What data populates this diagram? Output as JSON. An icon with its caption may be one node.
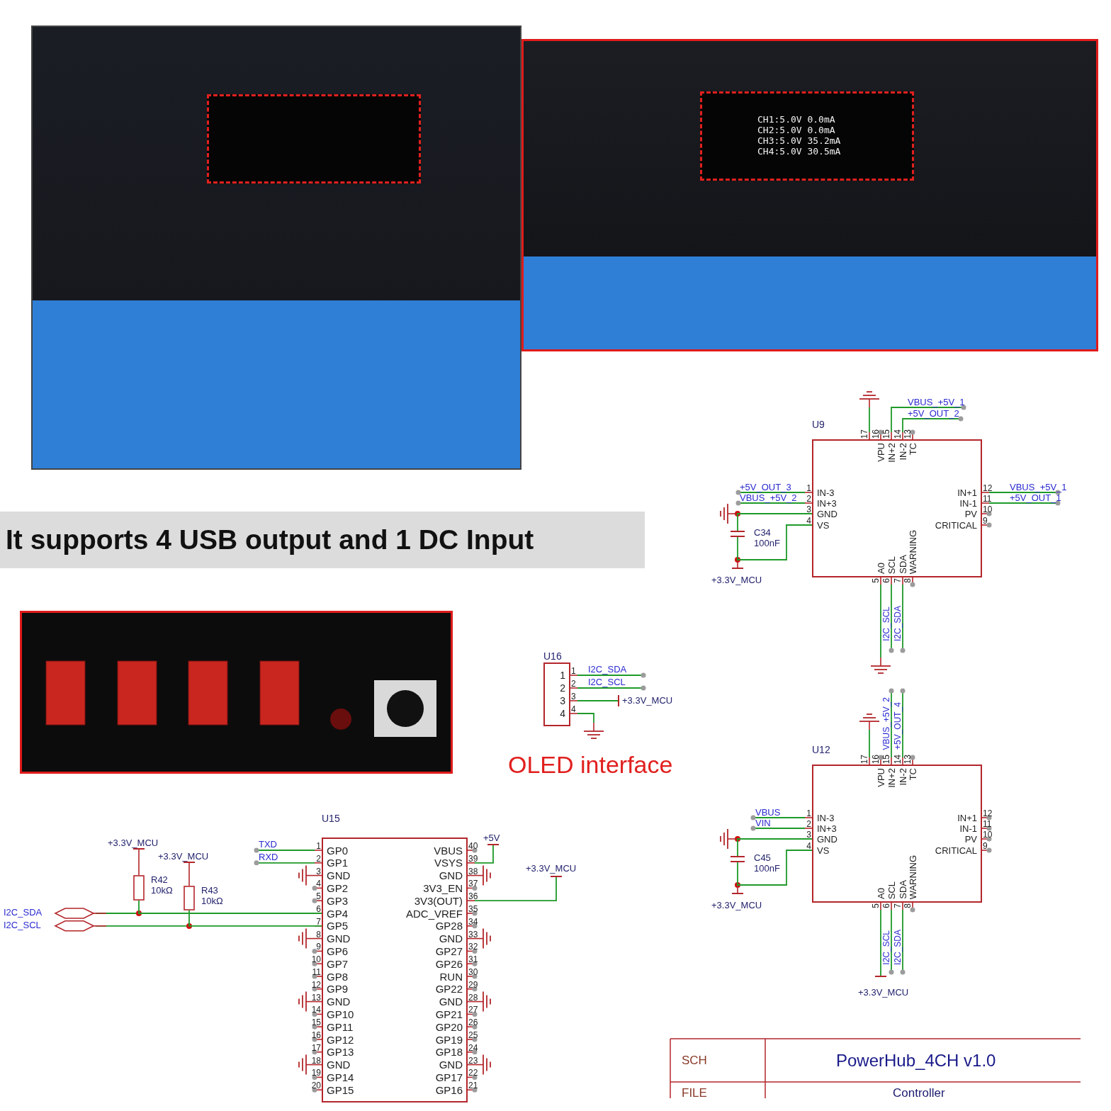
{
  "diagram": {
    "title": "It supports 4 USB output and 1 DC Input",
    "nodes": [
      {
        "text": [],
        "shape": "picture"
      },
      {
        "text": [],
        "shape": "box",
        "in": 0
      },
      {
        "text": [],
        "shape": "picture"
      },
      {
        "text": [
          "CH1:5.0V 0.0mA CH2:5.0V 0.0mA CH3:5.0V 35.2mA CH4:5.0V 30.5mA"
        ],
        "in": 2
      },
      {
        "text": [],
        "shape": "picture"
      },
      {
        "text": [
          "U9",
          "VPU",
          "IN+2",
          "IN-2",
          "TC",
          "IN-3",
          "IN+3",
          "GND",
          "VS",
          "IN+1",
          "IN-1",
          "PV",
          "CRITICAL",
          "A0",
          "SCL",
          "SDA",
          "WARNING"
        ],
        "beside": [
          "17",
          "16",
          "15",
          "14",
          "13",
          "1",
          "2",
          "3",
          "4",
          "12",
          "11",
          "10",
          "9",
          "5",
          "6",
          "7",
          "8"
        ]
      },
      {
        "text": [
          "C34",
          "100nF"
        ]
      },
      {
        "text": [
          "U16",
          "1",
          "2",
          "3",
          "4"
        ],
        "beside": [
          "1",
          "2",
          "3",
          "4"
        ]
      },
      {
        "text": [
          "U12",
          "VPU",
          "IN+2",
          "IN-2",
          "TC",
          "IN-3",
          "IN+3",
          "GND",
          "VS",
          "IN+1",
          "IN-1",
          "PV",
          "CRITICAL",
          "A0",
          "SCL",
          "SDA",
          "WARNING"
        ],
        "beside": [
          "17",
          "16",
          "15",
          "14",
          "13",
          "1",
          "2",
          "3",
          "4",
          "12",
          "11",
          "10",
          "9",
          "5",
          "6",
          "7",
          "8"
        ]
      },
      {
        "text": [
          "C45",
          "100nF"
        ]
      },
      {
        "text": [
          "U15",
          "GP0",
          "GP1",
          "GND",
          "GP2",
          "GP3",
          "GP4",
          "GP5",
          "GND",
          "GP6",
          "GP7",
          "GP8",
          "GP9",
          "GND",
          "GP10",
          "GP11",
          "GP12",
          "GP13",
          "GND",
          "GP14",
          "GP15",
          "VBUS",
          "VSYS",
          "GND",
          "3V3_EN",
          "3V3(OUT)",
          "ADC_VREF",
          "GP28",
          "GND",
          "GP27",
          "GP26",
          "RUN",
          "GP22",
          "GND",
          "GP21",
          "GP20",
          "GP19",
          "GP18",
          "GND",
          "GP17",
          "GP16"
        ],
        "beside": [
          "1",
          "2",
          "3",
          "4",
          "5",
          "6",
          "7",
          "8",
          "9",
          "10",
          "11",
          "12",
          "13",
          "14",
          "15",
          "16",
          "17",
          "18",
          "19",
          "20",
          "40",
          "39",
          "38",
          "37",
          "36",
          "35",
          "34",
          "33",
          "32",
          "31",
          "30",
          "29",
          "28",
          "27",
          "26",
          "25",
          "24",
          "23",
          "22",
          "21"
        ]
      },
      {
        "text": [
          "R42",
          "10kΩ"
        ]
      },
      {
        "text": [
          "R43",
          "10kΩ"
        ]
      }
    ],
    "edges": [
      {
        "from": 5,
        "to": 6,
        "arrow": "none"
      },
      {
        "from": 5,
        "to": 6,
        "arrow": "none"
      },
      {
        "from": 8,
        "to": 9,
        "arrow": "none"
      },
      {
        "from": 8,
        "to": 9,
        "arrow": "none"
      },
      {
        "from": 11,
        "to": 10,
        "arrow": "none"
      },
      {
        "from": 12,
        "to": 10,
        "arrow": "none"
      }
    ],
    "labels": [
      "VBUS_+5V_1",
      "+5V_OUT_2",
      "+5V_OUT_3",
      "VBUS_+5V_2",
      "VBUS_+5V_1",
      "+5V_OUT_1",
      "+3.3V_MCU",
      "I2C_SCL",
      "I2C_SDA",
      "I2C_SDA",
      "I2C_SCL",
      "+3.3V_MCU",
      "OLED interface",
      "VBUS_+5V_2",
      "+5V_OUT_4",
      "VBUS",
      "VIN",
      "+3.3V_MCU",
      "I2C_SCL",
      "I2C_SDA",
      "+3.3V_MCU",
      "+3.3V_MCU",
      "+3.3V_MCU",
      "TXD",
      "RXD",
      "I2C_SDA",
      "I2C_SCL",
      "+5V",
      "+3.3V_MCU",
      "SCH",
      "PowerHub_4CH v1.0",
      "FILE",
      "Controller"
    ]
  }
}
